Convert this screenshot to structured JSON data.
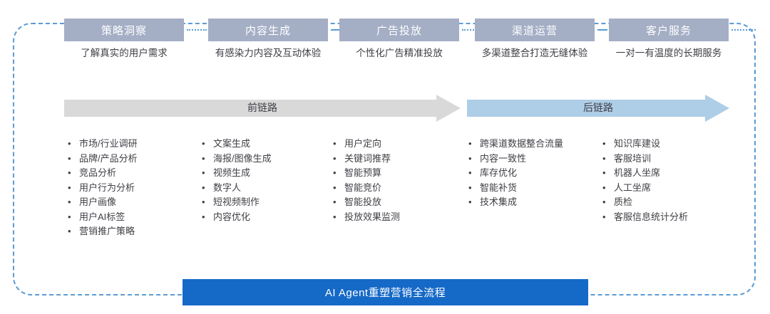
{
  "diagram": {
    "title": "AI Agent重塑营销全流程",
    "colors": {
      "stage_header_bg": "#a4aec5",
      "front_arrow": "#d9d9d9",
      "back_arrow": "#aecde6",
      "banner": "#1569c7",
      "frame_border": "#5b9bd5",
      "text": "#3f3f46"
    },
    "stages": [
      {
        "header": "策略洞察",
        "description": "了解真实的用户需求",
        "items": [
          "市场/行业调研",
          "品牌/产品分析",
          "竞品分析",
          "用户行为分析",
          "用户画像",
          "用户AI标签",
          "营销推广策略"
        ]
      },
      {
        "header": "内容生成",
        "description": "有感染力内容及互动体验",
        "items": [
          "文案生成",
          "海报/图像生成",
          "视频生成",
          "数字人",
          "短视频制作",
          "内容优化"
        ]
      },
      {
        "header": "广告投放",
        "description": "个性化广告精准投放",
        "items": [
          "用户定向",
          "关键词推荐",
          "智能预算",
          "智能竞价",
          "智能投放",
          "投放效果监测"
        ]
      },
      {
        "header": "渠道运营",
        "description": "多渠道整合打造无缝体验",
        "items": [
          "跨渠道数据整合流量",
          "内容一致性",
          "库存优化",
          "智能补货",
          "技术集成"
        ]
      },
      {
        "header": "客户服务",
        "description": "一对一有温度的长期服务",
        "items": [
          "知识库建设",
          "客服培训",
          "机器人坐席",
          "人工坐席",
          "质检",
          "客服信息统计分析"
        ]
      }
    ],
    "phases": [
      {
        "label": "前链路",
        "style": "grey"
      },
      {
        "label": "后链路",
        "style": "blue"
      }
    ],
    "bullet_glyph": "•"
  }
}
